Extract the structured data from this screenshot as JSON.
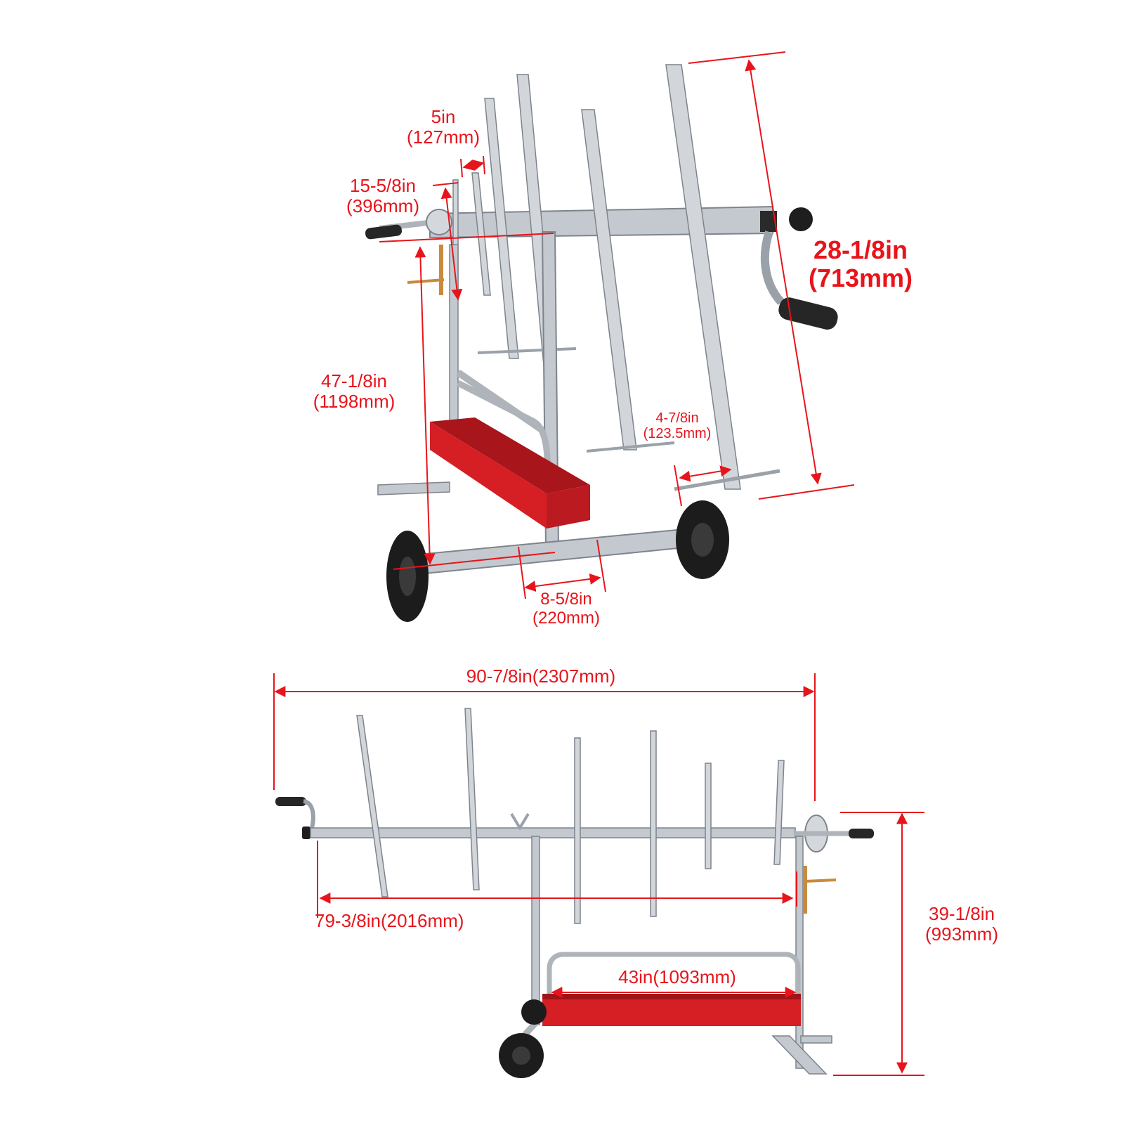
{
  "colors": {
    "dimension": "#e8141b",
    "frame": "#b9bfc6",
    "frame_edge": "#7d848c",
    "tray": "#d51f24",
    "tray_dark": "#9e1419",
    "tire": "#1c1c1c",
    "grip": "#262626",
    "spring": "#c98a3d"
  },
  "top_view": {
    "dims": {
      "arm_spacing": {
        "in": "5in",
        "mm": "(127mm)"
      },
      "arm_length": {
        "in": "15-5/8in",
        "mm": "(396mm)"
      },
      "extension_length": {
        "in": "28-1/8in",
        "mm": "(713mm)"
      },
      "stand_height": {
        "in": "47-1/8in",
        "mm": "(1198mm)"
      },
      "peg_length": {
        "in": "4-7/8in",
        "mm": "(123.5mm)"
      },
      "base_width": {
        "in": "8-5/8in",
        "mm": "(220mm)"
      }
    }
  },
  "bottom_view": {
    "dims": {
      "overall_length": "90-7/8in(2307mm)",
      "bar_length": "79-3/8in(2016mm)",
      "overall_height": {
        "in": "39-1/8in",
        "mm": "(993mm)"
      },
      "tray_length": "43in(1093mm)"
    }
  }
}
